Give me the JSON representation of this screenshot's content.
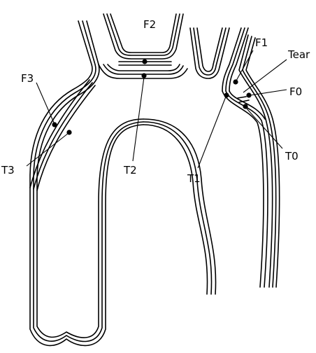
{
  "diagram": {
    "labels": {
      "f0": "F0",
      "f1": "F1",
      "f2": "F2",
      "f3": "F3",
      "t0": "T0",
      "t1": "T1",
      "t2": "T2",
      "t3": "T3",
      "tear": "Tear"
    }
  }
}
